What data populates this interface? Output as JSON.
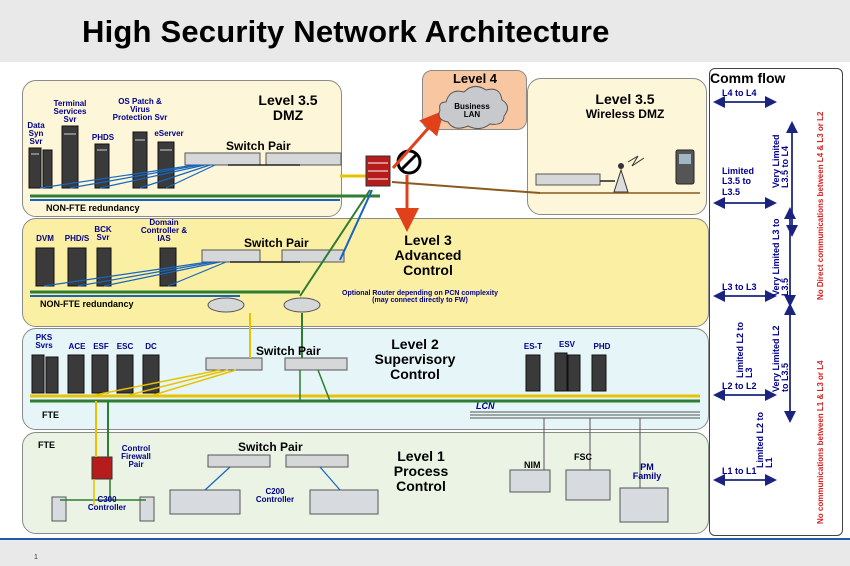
{
  "title": "High Security Network Architecture",
  "page_number": "1",
  "zones": {
    "dmz": {
      "level": "Level 3.5",
      "name": "DMZ",
      "redundancy": "NON-FTE redundancy",
      "switch": "Switch Pair"
    },
    "wireless": {
      "level": "Level 3.5",
      "name": "Wireless DMZ"
    },
    "level4": {
      "level": "Level 4",
      "cloud": "Business LAN"
    },
    "level3": {
      "level": "Level 3",
      "name": "Advanced Control",
      "redundancy": "NON-FTE redundancy",
      "switch": "Switch Pair",
      "router_note": "Optional Router  depending on PCN complexity (may connect directly to FW)"
    },
    "level2": {
      "level": "Level 2",
      "name": "Supervisory Control",
      "switch": "Switch Pair",
      "fte": "FTE",
      "lcn": "LCN"
    },
    "level1": {
      "level": "Level 1",
      "name": "Process Control",
      "switch": "Switch Pair",
      "fte": "FTE",
      "firewall": "Control Firewall Pair",
      "c300": "C300 Controller",
      "c200": "C200 Controller",
      "nim": "NIM",
      "fsc": "FSC",
      "pm": "PM Family"
    }
  },
  "servers": {
    "dmz": [
      "Data Syn Svr",
      "Terminal Services Svr",
      "PHDS",
      "OS Patch & Virus Protection Svr",
      "eServer"
    ],
    "level3": [
      "DVM",
      "PHD/S",
      "BCK Svr",
      "Domain Controller & IAS"
    ],
    "level2": [
      "PKS Svrs",
      "ACE",
      "ESF",
      "ESC",
      "DC",
      "ES-T",
      "ESV",
      "PHD"
    ]
  },
  "comm_flow": {
    "title": "Comm flow",
    "l4_to_l4": "L4 to L4",
    "limited_35": "Limited L3.5 to L3.5",
    "very_limited_35_to_4": "Very Limited L3.5 to L4",
    "very_limited_3_to_35": "Very Limited L3 to L3.5",
    "l3_to_l3": "L3 to L3",
    "limited_2_to_3": "Limited L2 to L3",
    "very_limited_2_to_35": "Very Limited L2 to L3.5",
    "l2_to_l2": "L2 to L2",
    "limited_2_to_1": "Limited L2 to L1",
    "l1_to_l1": "L1 to L1",
    "no_direct_upper": "No Direct communications between L4 & L3 or L2",
    "no_comm_lower": "No communications between L1  & L3 or L4"
  },
  "colors": {
    "dmz_fill": "#fdf6d8",
    "l3_fill": "#fbefa4",
    "l2_fill": "#e6f5f8",
    "l1_fill": "#eaf3e4",
    "l4_fill": "#f8c7a2",
    "accent_blue": "#1a237e",
    "red_text": "#d62020"
  }
}
